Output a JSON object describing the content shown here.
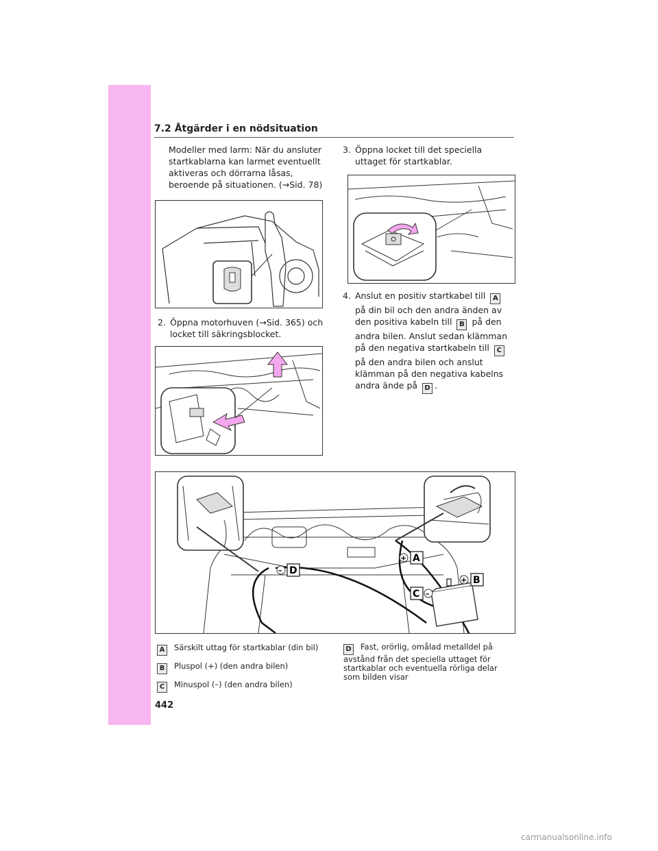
{
  "header": {
    "section": "7.2",
    "title": "Åtgärder i en nödsituation"
  },
  "intro_note": "Modeller med larm: När du ansluter startkablarna kan larmet eventuellt aktiveras och dörrarna låsas, beroende på situationen. (→Sid. 78)",
  "steps": {
    "step2": {
      "num": "2.",
      "text": "Öppna motorhuven (→Sid. 365) och locket till säkringsblocket."
    },
    "step3": {
      "num": "3.",
      "text": "Öppna locket till det speciella uttaget för startkablar."
    },
    "step4": {
      "num": "4.",
      "part1": "Anslut en positiv startkabel till",
      "part2": "på din bil och den andra änden av den positiva kabeln till",
      "part3": "på den andra bilen. Anslut sedan klämman på den negativa startkabeln till",
      "part4": "på den andra bilen och anslut klämman på den negativa kabelns andra ände på",
      "part5": "."
    }
  },
  "labels": {
    "A": "A",
    "B": "B",
    "C": "C",
    "D": "D"
  },
  "legend": {
    "A": "Särskilt uttag för startkablar (din bil)",
    "B": "Pluspol (+) (den andra bilen)",
    "C": "Minuspol (–) (den andra bilen)",
    "D": "Fast, orörlig, omålad metalldel på avstånd från det speciella uttaget för startkablar och eventuella rörliga delar som bilden visar"
  },
  "page_number": "442",
  "watermark": "carmanualsonline.info",
  "colors": {
    "side_tab": "#f7b6f0",
    "arrow": "#f4a7ee"
  }
}
